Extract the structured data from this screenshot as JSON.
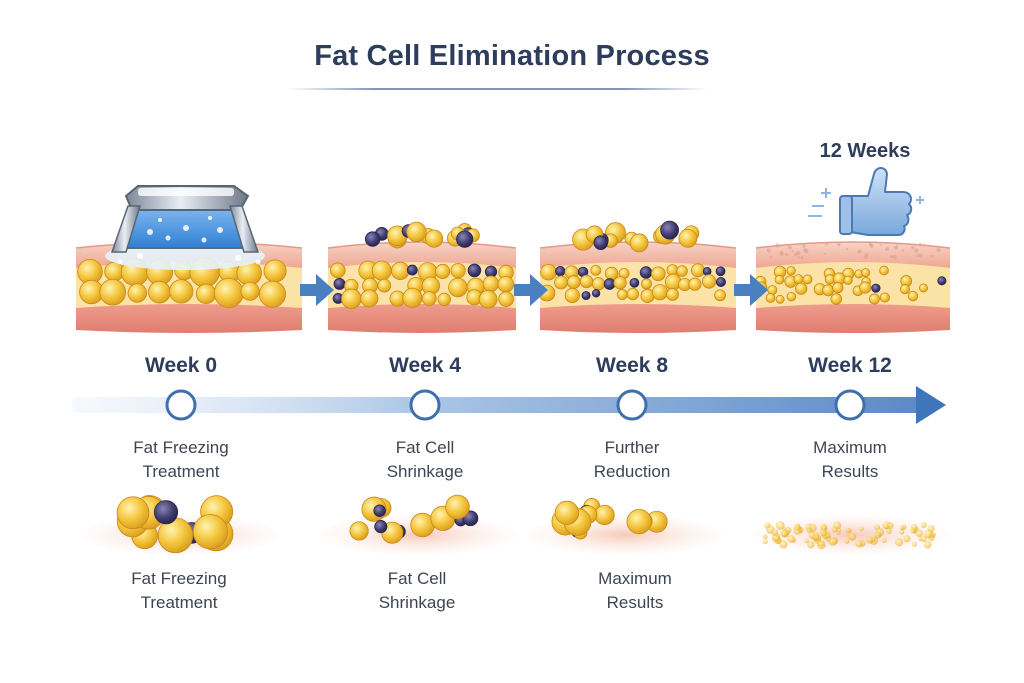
{
  "title": "Fat Cell Elimination Process",
  "badge": {
    "label": "12 Weeks",
    "icon": "thumbs-up-icon"
  },
  "timeline": [
    {
      "week": "Week 0",
      "label_line1": "Fat Freezing",
      "label_line2": "Treatment"
    },
    {
      "week": "Week 4",
      "label_line1": "Fat Cell",
      "label_line2": "Shrinkage"
    },
    {
      "week": "Week 8",
      "label_line1": "Further",
      "label_line2": "Reduction"
    },
    {
      "week": "Week 12",
      "label_line1": "Maximum",
      "label_line2": "Results"
    }
  ],
  "bottom_row": [
    {
      "label_line1": "Fat Freezing",
      "label_line2": "Treatment"
    },
    {
      "label_line1": "Fat Cell",
      "label_line2": "Shrinkage"
    },
    {
      "label_line1": "Maximum",
      "label_line2": "Results"
    }
  ],
  "colors": {
    "title": "#2e3d5c",
    "arrow_blue": "#4a7fc0",
    "fat_yellow": "#f2c13a",
    "skin_pink": "#f1b6a6",
    "dead_cell": "#3d3a6b"
  }
}
